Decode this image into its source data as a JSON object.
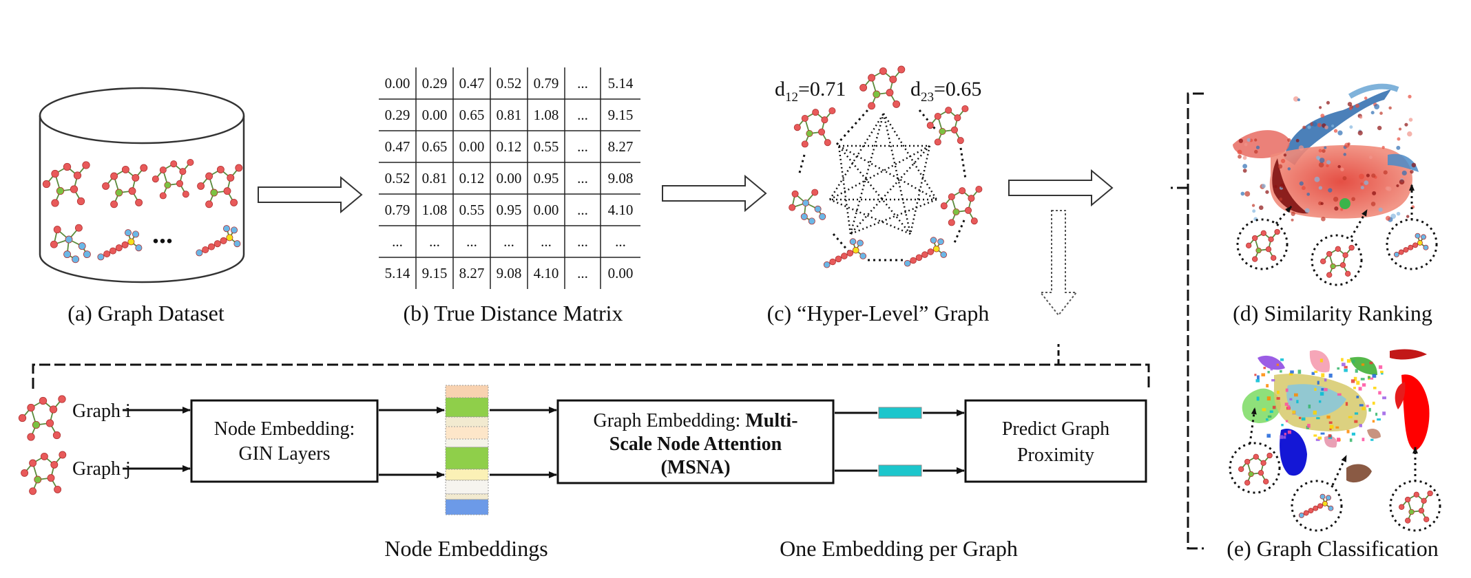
{
  "captions": {
    "a": "(a) Graph Dataset",
    "b": "(b) True Distance Matrix",
    "c": "(c) “Hyper-Level” Graph",
    "d": "(d) Similarity Ranking",
    "e": "(e) Graph Classification",
    "node_embeddings": "Node Embeddings",
    "one_embedding": "One Embedding per Graph"
  },
  "dataset": {
    "ellipsis": "..."
  },
  "matrix": {
    "rows": [
      [
        "0.00",
        "0.29",
        "0.47",
        "0.52",
        "0.79",
        "...",
        "5.14"
      ],
      [
        "0.29",
        "0.00",
        "0.65",
        "0.81",
        "1.08",
        "...",
        "9.15"
      ],
      [
        "0.47",
        "0.65",
        "0.00",
        "0.12",
        "0.55",
        "...",
        "8.27"
      ],
      [
        "0.52",
        "0.81",
        "0.12",
        "0.00",
        "0.95",
        "...",
        "9.08"
      ],
      [
        "0.79",
        "1.08",
        "0.55",
        "0.95",
        "0.00",
        "...",
        "4.10"
      ],
      [
        "...",
        "...",
        "...",
        "...",
        "...",
        "...",
        "..."
      ],
      [
        "5.14",
        "9.15",
        "8.27",
        "9.08",
        "4.10",
        "...",
        "0.00"
      ]
    ]
  },
  "hyper": {
    "d12": {
      "main": "d",
      "sub": "12",
      "value": "=0.71"
    },
    "d23": {
      "main": "d",
      "sub": "23",
      "value": "=0.65"
    }
  },
  "pipeline": {
    "graph_i": "Graph i",
    "graph_j": "Graph j",
    "node_box": [
      "Node Embedding:",
      "GIN Layers"
    ],
    "graph_box": {
      "line1_prefix": "Graph Embedding: ",
      "line1_bold": "Multi-",
      "line2": "Scale Node Attention",
      "line3": "(MSNA)"
    },
    "predict_box": [
      "Predict Graph",
      "Proximity"
    ]
  },
  "colors": {
    "node_red": "#e85a5a",
    "node_green": "#7cc242",
    "node_blue": "#6bb7e6",
    "node_yellow": "#f2e21b",
    "embed_cyan": "#1cc6cc"
  }
}
